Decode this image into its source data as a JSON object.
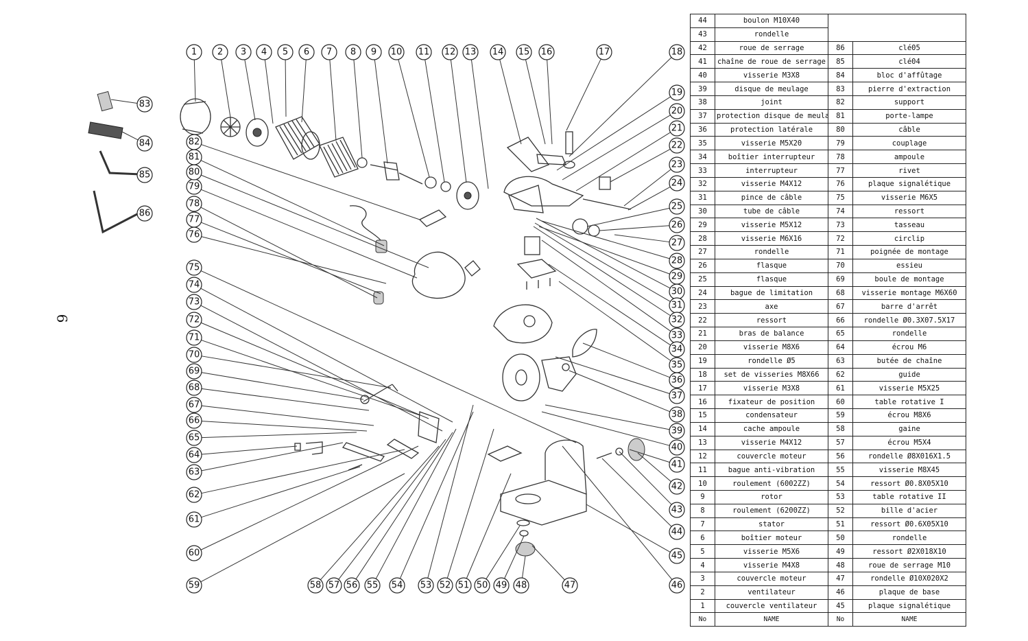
{
  "page_number": "6",
  "table": {
    "header": {
      "no": "No",
      "name": "NAME"
    },
    "top_rows": [
      {
        "no": "44",
        "name": "boulon M10X40"
      },
      {
        "no": "43",
        "name": "rondelle"
      }
    ],
    "rows": [
      {
        "l_no": "42",
        "l_name": "roue de serrage",
        "r_no": "86",
        "r_name": "clé05"
      },
      {
        "l_no": "41",
        "l_name": "chaîne de roue de serrage",
        "r_no": "85",
        "r_name": "clé04"
      },
      {
        "l_no": "40",
        "l_name": "visserie M3X8",
        "r_no": "84",
        "r_name": "bloc d'affûtage"
      },
      {
        "l_no": "39",
        "l_name": "disque de meulage",
        "r_no": "83",
        "r_name": "pierre d'extraction"
      },
      {
        "l_no": "38",
        "l_name": "joint",
        "r_no": "82",
        "r_name": "support"
      },
      {
        "l_no": "37",
        "l_name": "protection disque de meulage",
        "r_no": "81",
        "r_name": "porte-lampe"
      },
      {
        "l_no": "36",
        "l_name": "protection latérale",
        "r_no": "80",
        "r_name": "câble"
      },
      {
        "l_no": "35",
        "l_name": "visserie M5X20",
        "r_no": "79",
        "r_name": "couplage"
      },
      {
        "l_no": "34",
        "l_name": "boîtier interrupteur",
        "r_no": "78",
        "r_name": "ampoule"
      },
      {
        "l_no": "33",
        "l_name": "interrupteur",
        "r_no": "77",
        "r_name": "rivet"
      },
      {
        "l_no": "32",
        "l_name": "visserie M4X12",
        "r_no": "76",
        "r_name": "plaque signalétique"
      },
      {
        "l_no": "31",
        "l_name": "pince de câble",
        "r_no": "75",
        "r_name": "visserie M6X5"
      },
      {
        "l_no": "30",
        "l_name": "tube de câble",
        "r_no": "74",
        "r_name": "ressort"
      },
      {
        "l_no": "29",
        "l_name": "visserie M5X12",
        "r_no": "73",
        "r_name": "tasseau"
      },
      {
        "l_no": "28",
        "l_name": "visserie M6X16",
        "r_no": "72",
        "r_name": "circlip"
      },
      {
        "l_no": "27",
        "l_name": "rondelle",
        "r_no": "71",
        "r_name": "poignée de montage"
      },
      {
        "l_no": "26",
        "l_name": "flasque",
        "r_no": "70",
        "r_name": "essieu"
      },
      {
        "l_no": "25",
        "l_name": "flasque",
        "r_no": "69",
        "r_name": "boule de montage"
      },
      {
        "l_no": "24",
        "l_name": "bague de limitation",
        "r_no": "68",
        "r_name": "visserie montage M6X60"
      },
      {
        "l_no": "23",
        "l_name": "axe",
        "r_no": "67",
        "r_name": "barre d'arrêt"
      },
      {
        "l_no": "22",
        "l_name": "ressort",
        "r_no": "66",
        "r_name": "rondelle Ø0.3X07.5X17"
      },
      {
        "l_no": "21",
        "l_name": "bras de balance",
        "r_no": "65",
        "r_name": "rondelle"
      },
      {
        "l_no": "20",
        "l_name": "visserie M8X6",
        "r_no": "64",
        "r_name": "écrou M6"
      },
      {
        "l_no": "19",
        "l_name": "rondelle Ø5",
        "r_no": "63",
        "r_name": "butée de chaîne"
      },
      {
        "l_no": "18",
        "l_name": "set de visseries M8X66",
        "r_no": "62",
        "r_name": "guide"
      },
      {
        "l_no": "17",
        "l_name": "visserie M3X8",
        "r_no": "61",
        "r_name": "visserie M5X25"
      },
      {
        "l_no": "16",
        "l_name": "fixateur de position",
        "r_no": "60",
        "r_name": "table rotative I"
      },
      {
        "l_no": "15",
        "l_name": "condensateur",
        "r_no": "59",
        "r_name": "écrou M8X6"
      },
      {
        "l_no": "14",
        "l_name": "cache ampoule",
        "r_no": "58",
        "r_name": "gaine"
      },
      {
        "l_no": "13",
        "l_name": "visserie M4X12",
        "r_no": "57",
        "r_name": "écrou M5X4"
      },
      {
        "l_no": "12",
        "l_name": "couvercle moteur",
        "r_no": "56",
        "r_name": "rondelle Ø8X016X1.5"
      },
      {
        "l_no": "11",
        "l_name": "bague anti-vibration",
        "r_no": "55",
        "r_name": "visserie M8X45"
      },
      {
        "l_no": "10",
        "l_name": "roulement (6002ZZ)",
        "r_no": "54",
        "r_name": "ressort Ø0.8X05X10"
      },
      {
        "l_no": "9",
        "l_name": "rotor",
        "r_no": "53",
        "r_name": "table rotative II"
      },
      {
        "l_no": "8",
        "l_name": "roulement (6200ZZ)",
        "r_no": "52",
        "r_name": "bille d'acier"
      },
      {
        "l_no": "7",
        "l_name": "stator",
        "r_no": "51",
        "r_name": "ressort Ø0.6X05X10"
      },
      {
        "l_no": "6",
        "l_name": "boîtier moteur",
        "r_no": "50",
        "r_name": "rondelle"
      },
      {
        "l_no": "5",
        "l_name": "visserie M5X6",
        "r_no": "49",
        "r_name": "ressort Ø2X018X10"
      },
      {
        "l_no": "4",
        "l_name": "visserie M4X8",
        "r_no": "48",
        "r_name": "roue de serrage M10"
      },
      {
        "l_no": "3",
        "l_name": "couvercle moteur",
        "r_no": "47",
        "r_name": "rondelle Ø10X020X2"
      },
      {
        "l_no": "2",
        "l_name": "ventilateur",
        "r_no": "46",
        "r_name": "plaque de base"
      },
      {
        "l_no": "1",
        "l_name": "couvercle ventilateur",
        "r_no": "45",
        "r_name": "plaque signalétique"
      }
    ]
  },
  "callouts": [
    "1",
    "2",
    "3",
    "4",
    "5",
    "6",
    "7",
    "8",
    "9",
    "10",
    "11",
    "12",
    "13",
    "14",
    "15",
    "16",
    "17",
    "18",
    "19",
    "20",
    "21",
    "22",
    "23",
    "24",
    "25",
    "26",
    "27",
    "28",
    "29",
    "30",
    "31",
    "32",
    "33",
    "34",
    "35",
    "36",
    "37",
    "38",
    "39",
    "40",
    "41",
    "42",
    "43",
    "44",
    "45",
    "46",
    "47",
    "48",
    "49",
    "50",
    "51",
    "52",
    "53",
    "54",
    "55",
    "56",
    "57",
    "58",
    "59",
    "60",
    "61",
    "62",
    "63",
    "64",
    "65",
    "66",
    "67",
    "68",
    "69",
    "70",
    "71",
    "72",
    "73",
    "74",
    "75",
    "76",
    "77",
    "78",
    "79",
    "80",
    "81",
    "82",
    "83",
    "84",
    "85",
    "86"
  ]
}
